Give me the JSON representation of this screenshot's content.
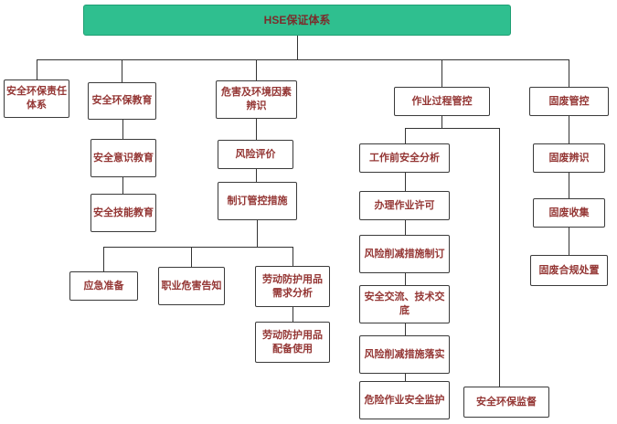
{
  "colors": {
    "root_fill": "#2fbf8f",
    "node_text": "#943634",
    "connector": "#333333"
  },
  "nodes": {
    "root": "HSE保证体系",
    "responsibility": "安全环保责任体系",
    "edu": "安全环保教育",
    "edu_awareness": "安全意识教育",
    "edu_skill": "安全技能教育",
    "hazard_id": "危害及环境因素辨识",
    "risk_eval": "风险评价",
    "control_measures": "制订管控措施",
    "emergency": "应急准备",
    "occupational": "职业危害告知",
    "ppe_demand": "劳动防护用品需求分析",
    "ppe_use": "劳动防护用品配备使用",
    "process_control": "作业过程管控",
    "jsa": "工作前安全分析",
    "permit": "办理作业许可",
    "risk_reduction_plan": "风险削减措施制订",
    "tech_briefing": "安全交流、技术交底",
    "risk_reduction_impl": "风险削减措施落实",
    "dangerous_watch": "危险作业安全监护",
    "supervision": "安全环保监督",
    "waste_control": "固废管控",
    "waste_id": "固废辨识",
    "waste_collect": "固废收集",
    "waste_disposal": "固废合规处置"
  }
}
